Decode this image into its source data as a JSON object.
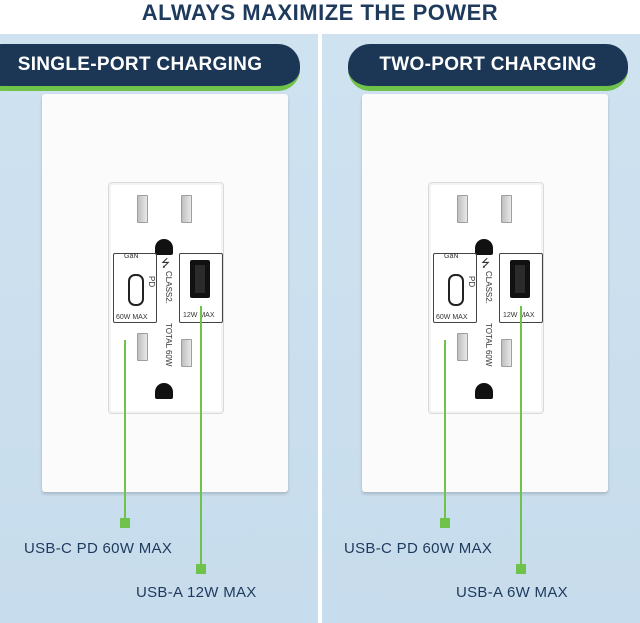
{
  "title": "ALWAYS MAXIMIZE THE POWER",
  "panels": [
    {
      "heading": "SINGLE-PORT CHARGING",
      "outlet": {
        "gan": "GaN",
        "pd": "PD",
        "usbc_max": "60W MAX",
        "usba_max": "12W MAX",
        "class": "CLASS2.",
        "total": "TOTAL 60W",
        "usb_symbol": "⭍"
      },
      "usbc_label": "USB-C PD 60W MAX",
      "usba_label": "USB-A 12W MAX"
    },
    {
      "heading": "TWO-PORT CHARGING",
      "outlet": {
        "gan": "GaN",
        "pd": "PD",
        "usbc_max": "60W MAX",
        "usba_max": "12W MAX",
        "class": "CLASS2.",
        "total": "TOTAL 60W",
        "usb_symbol": "⭍"
      },
      "usbc_label": "USB-C PD 60W MAX",
      "usba_label": "USB-A 6W MAX"
    }
  ],
  "colors": {
    "navy": "#1c3756",
    "accent_green": "#6fc24a",
    "panel_blue": "#cfe2f0"
  }
}
